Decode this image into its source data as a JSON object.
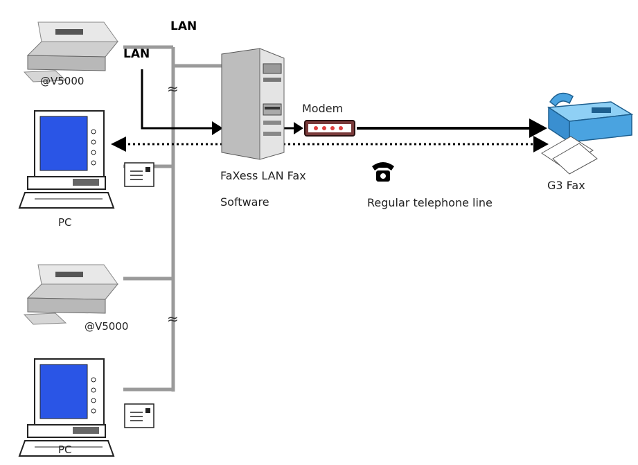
{
  "labels": {
    "lan_top": "LAN",
    "lan_side": "LAN",
    "scanner_1": "@V5000",
    "scanner_2": "@V5000",
    "pc_1": "PC",
    "pc_2": "PC",
    "modem": "Modem",
    "software_line1": "FaXess LAN Fax",
    "software_line2": "Software",
    "telephone_line": "Regular telephone line",
    "g3_fax": "G3 Fax"
  },
  "symbols": {
    "break_mark": "≈"
  },
  "icons": [
    "scanner-icon",
    "pc-icon",
    "server-icon",
    "modem-icon",
    "telephone-icon",
    "fax-machine-icon",
    "envelope-icon"
  ],
  "colors": {
    "lan_line": "#9a9a9a",
    "signal_line": "#000000",
    "pc_screen": "#2a55e6",
    "fax_body": "#4aa3e0",
    "modem_body": "#7a3a3a",
    "modem_leds": "#e04040"
  }
}
